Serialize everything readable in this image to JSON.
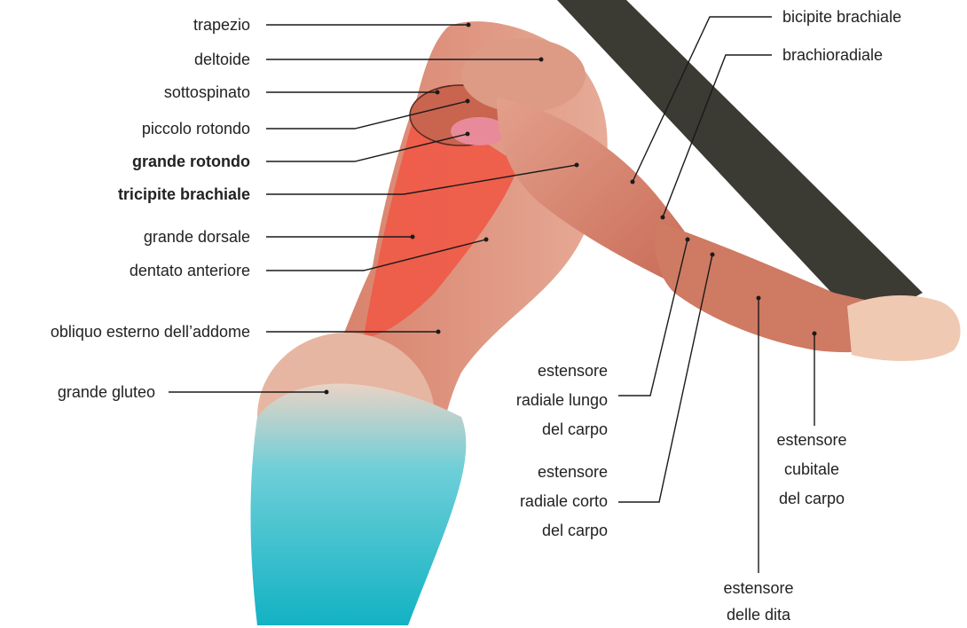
{
  "colors": {
    "bar": "#3b3a33",
    "skin_shadow": "#d9a791",
    "muscle": "#d98a74",
    "muscle_dark": "#b8503e",
    "lat_highlight": "#ef5a48",
    "teres_highlight": "#e98a9a",
    "tendon": "#efe2d8",
    "leggings": "#19b7c8",
    "leader_line": "#1a1a1a"
  },
  "labels_left": [
    {
      "id": "trapezio",
      "text": "trapezio",
      "bold": false
    },
    {
      "id": "deltoide",
      "text": "deltoide",
      "bold": false
    },
    {
      "id": "sottospinato",
      "text": "sottospinato",
      "bold": false
    },
    {
      "id": "piccolo-rotondo",
      "text": "piccolo rotondo",
      "bold": false
    },
    {
      "id": "grande-rotondo",
      "text": "grande rotondo",
      "bold": true
    },
    {
      "id": "tricipite-brachiale",
      "text": "tricipite brachiale",
      "bold": true
    },
    {
      "id": "grande-dorsale",
      "text": "grande dorsale",
      "bold": false
    },
    {
      "id": "dentato-anteriore",
      "text": "dentato anteriore",
      "bold": false
    },
    {
      "id": "obliquo-esterno",
      "text": "obliquo esterno dell’addome",
      "bold": false
    },
    {
      "id": "grande-gluteo",
      "text": "grande gluteo",
      "bold": false
    }
  ],
  "labels_right": [
    {
      "id": "bicipite-brachiale",
      "text": "bicipite brachiale"
    },
    {
      "id": "brachioradiale",
      "text": "brachioradiale"
    }
  ],
  "labels_bottom": [
    {
      "id": "estensore-radiale-lungo",
      "text": "estensore\nradiale lungo\ndel carpo"
    },
    {
      "id": "estensore-radiale-corto",
      "text": "estensore\nradiale corto\ndel carpo"
    },
    {
      "id": "estensore-cubitale",
      "text": "estensore\ncubitale\ndel carpo"
    },
    {
      "id": "estensore-dita",
      "text": "estensore\ndelle dita"
    }
  ]
}
